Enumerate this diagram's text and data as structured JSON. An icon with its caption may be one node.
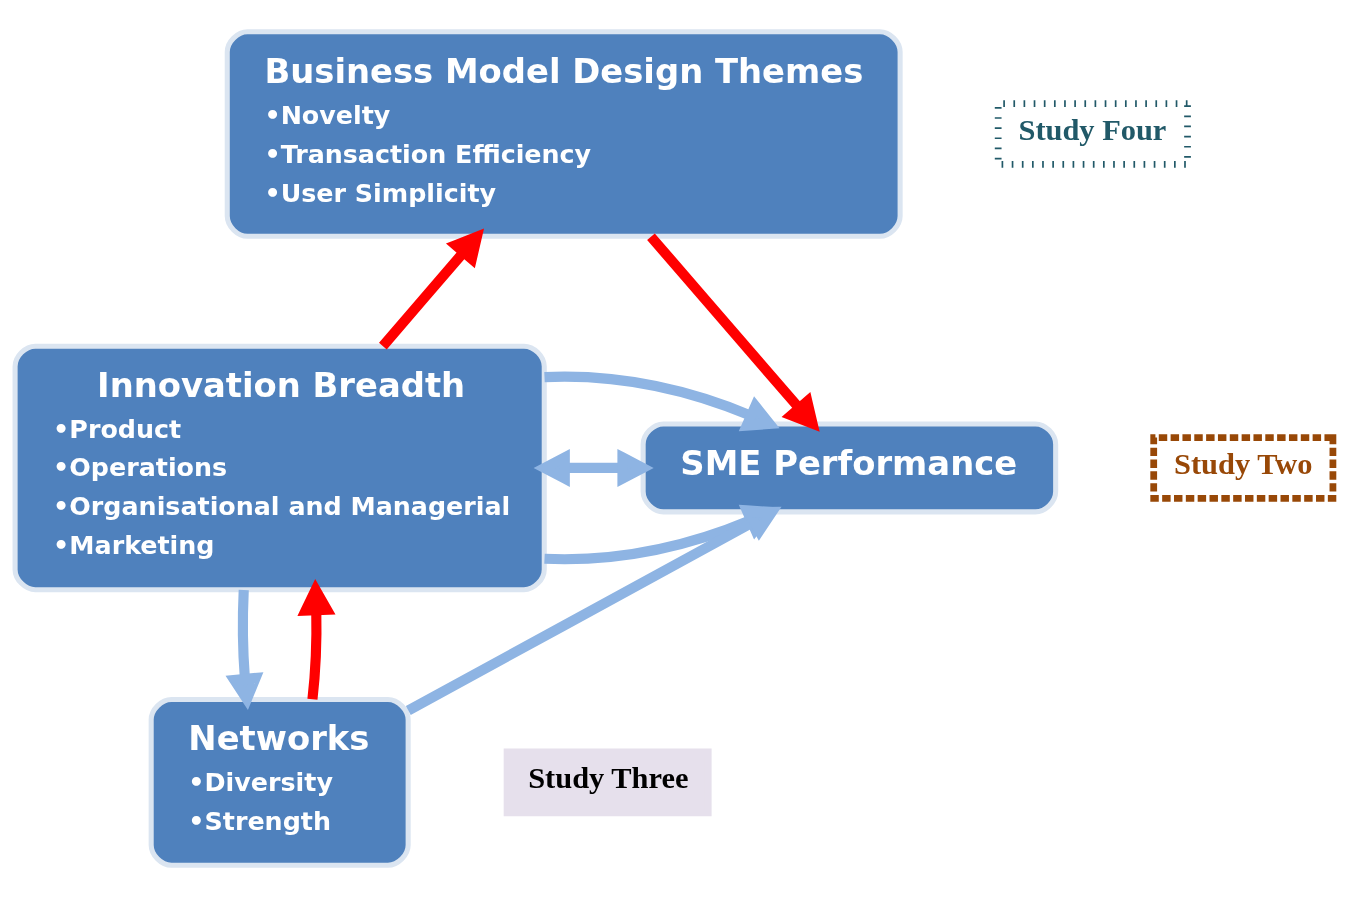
{
  "diagram": {
    "nodes": [
      {
        "text": [
          "Business Model Design Themes",
          "•Novelty",
          "•Transaction Efficiency",
          "•User Simplicity"
        ]
      },
      {
        "text": [
          "Study Four"
        ]
      },
      {
        "text": [
          "Innovation Breadth",
          "•Product",
          "•Operations",
          "•Organisational and Managerial",
          "•Marketing"
        ]
      },
      {
        "text": [
          "SME Performance"
        ]
      },
      {
        "text": [
          "Study Two"
        ]
      },
      {
        "text": [
          "Networks",
          "•Diversity",
          "•Strength"
        ]
      },
      {
        "text": [
          "Study Three"
        ]
      }
    ],
    "edges": [
      {
        "from": 0,
        "to": 3,
        "arrow": "to",
        "color": "#ff0000"
      },
      {
        "from": 2,
        "to": 0,
        "arrow": "to",
        "color": "#ff0000"
      },
      {
        "from": 2,
        "to": 3,
        "arrow": "to"
      },
      {
        "from": 2,
        "to": 3,
        "arrow": "both"
      },
      {
        "from": 2,
        "to": 3,
        "arrow": "to"
      },
      {
        "from": 2,
        "to": 5,
        "arrow": "to"
      },
      {
        "from": 5,
        "to": 2,
        "arrow": "to",
        "color": "#ff0000"
      },
      {
        "from": 5,
        "to": 3,
        "arrow": "to"
      }
    ]
  }
}
